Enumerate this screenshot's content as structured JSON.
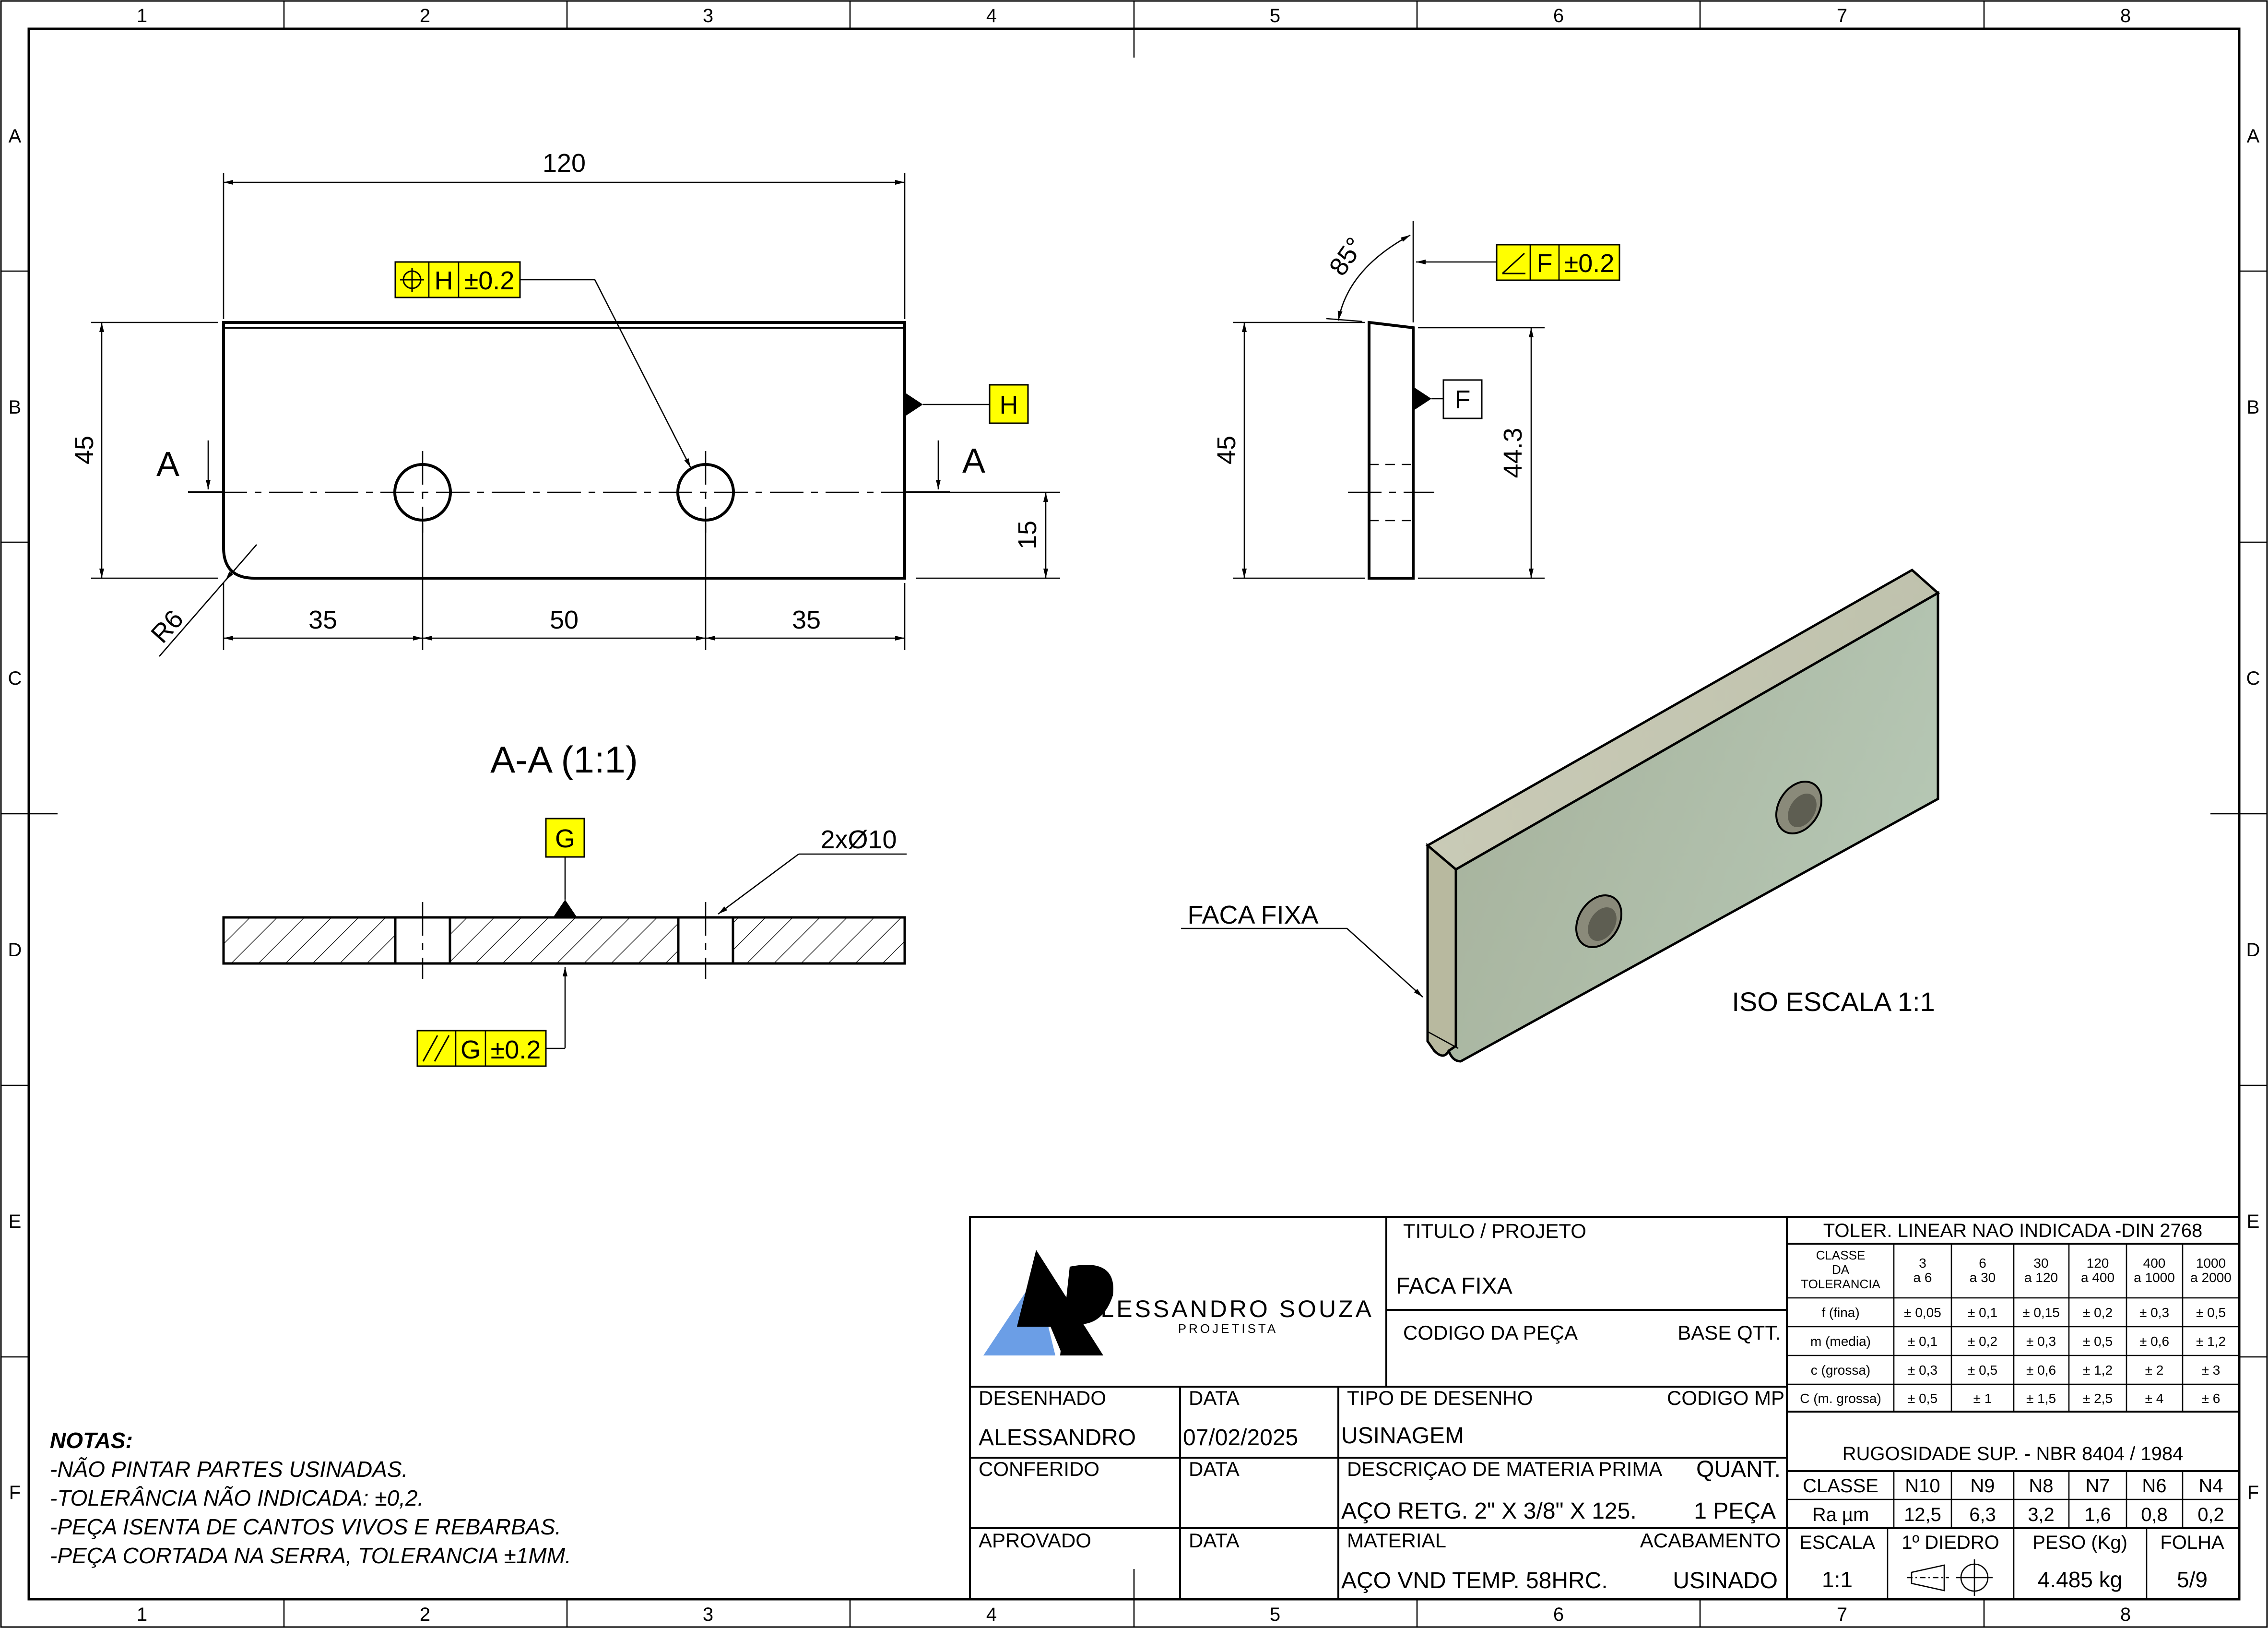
{
  "frame": {
    "columns": [
      "1",
      "2",
      "3",
      "4",
      "5",
      "6",
      "7",
      "8"
    ],
    "rows": [
      "A",
      "B",
      "C",
      "D",
      "E",
      "F"
    ]
  },
  "front_view": {
    "dim_length": "120",
    "dim_height": "45",
    "dim_hole_height": "15",
    "dim_left": "35",
    "dim_middle": "50",
    "dim_right": "35",
    "radius": "R6",
    "section_letter_left": "A",
    "section_letter_right": "A",
    "position_tol_datum": "H",
    "position_tol_value": "±0.2",
    "datum_h": "H"
  },
  "side_view": {
    "angle": "85°",
    "dim_height": "45",
    "dim_height_inner": "44.3",
    "angularity_datum": "F",
    "angularity_value": "±0.2",
    "datum_f": "F"
  },
  "section_view": {
    "title": "A-A (1:1)",
    "datum_g": "G",
    "holes_note": "2xØ10",
    "parallel_datum": "G",
    "parallel_value": "±0.2"
  },
  "iso_view": {
    "callout": "FACA FIXA",
    "scale_label": "ISO ESCALA 1:1",
    "colors": {
      "face_light": "#b5c6b3",
      "face_dark": "#a5b09a",
      "top": "#c9cab6"
    }
  },
  "notes": {
    "title": "NOTAS:",
    "lines": [
      "-NÃO PINTAR PARTES USINADAS.",
      "-TOLERÂNCIA NÃO INDICADA: ±0,2.",
      "-PEÇA ISENTA DE CANTOS VIVOS E REBARBAS.",
      "-PEÇA CORTADA NA SERRA, TOLERANCIA ±1MM."
    ]
  },
  "title_block": {
    "company_name": "ALESSANDRO SOUZA",
    "company_role": "PROJETISTA",
    "logo_colors": {
      "blue": "#6b9ee6",
      "black": "#000000"
    },
    "titulo_label": "TITULO / PROJETO",
    "titulo_value": "FACA FIXA",
    "codigo_peca_label": "CODIGO DA PEÇA",
    "base_qtt_label": "BASE QTT.",
    "desenhado_label": "DESENHADO",
    "desenhado_value": "ALESSANDRO",
    "data1_label": "DATA",
    "data1_value": "07/02/2025",
    "tipo_label": "TIPO DE DESENHO",
    "tipo_value": "USINAGEM",
    "codigo_mp_label": "CODIGO MP",
    "conferido_label": "CONFERIDO",
    "data2_label": "DATA",
    "descricao_label": "DESCRIÇAO DE MATERIA PRIMA",
    "quant_label": "QUANT.",
    "descricao_value": "AÇO RETG. 2\" X 3/8\" X 125.",
    "quant_value": "1 PEÇA",
    "aprovado_label": "APROVADO",
    "data3_label": "DATA",
    "material_label": "MATERIAL",
    "material_value": "AÇO VND TEMP. 58HRC.",
    "acabamento_label": "ACABAMENTO",
    "acabamento_value": "USINADO"
  },
  "tolerance_table": {
    "title": "TOLER. LINEAR NAO INDICADA -DIN 2768",
    "class_header": [
      "CLASSE",
      "DA",
      "TOLERANCIA"
    ],
    "ranges": [
      [
        "3",
        "a 6"
      ],
      [
        "6",
        "a 30"
      ],
      [
        "30",
        "a 120"
      ],
      [
        "120",
        "a 400"
      ],
      [
        "400",
        "a 1000"
      ],
      [
        "1000",
        "a 2000"
      ]
    ],
    "rows": [
      {
        "label": "f (fina)",
        "values": [
          "± 0,05",
          "± 0,1",
          "± 0,15",
          "± 0,2",
          "± 0,3",
          "± 0,5"
        ]
      },
      {
        "label": "m (media)",
        "values": [
          "± 0,1",
          "± 0,2",
          "± 0,3",
          "± 0,5",
          "± 0,6",
          "± 1,2"
        ]
      },
      {
        "label": "c (grossa)",
        "values": [
          "± 0,3",
          "± 0,5",
          "± 0,6",
          "± 1,2",
          "± 2",
          "± 3"
        ]
      },
      {
        "label": "C (m. grossa)",
        "values": [
          "± 0,5",
          "± 1",
          "± 1,5",
          "± 2,5",
          "± 4",
          "± 6"
        ]
      }
    ]
  },
  "roughness_table": {
    "title": "RUGOSIDADE SUP. - NBR 8404 / 1984",
    "class_label": "CLASSE",
    "ra_label": "Ra µm",
    "classes": [
      "N10",
      "N9",
      "N8",
      "N7",
      "N6",
      "N4"
    ],
    "ra_values": [
      "12,5",
      "6,3",
      "3,2",
      "1,6",
      "0,8",
      "0,2"
    ]
  },
  "bottom_row": {
    "escala_label": "ESCALA",
    "escala_value": "1:1",
    "diedro_label": "1º DIEDRO",
    "peso_label": "PESO (Kg)",
    "peso_value": "4.485 kg",
    "folha_label": "FOLHA",
    "folha_value": "5/9"
  }
}
